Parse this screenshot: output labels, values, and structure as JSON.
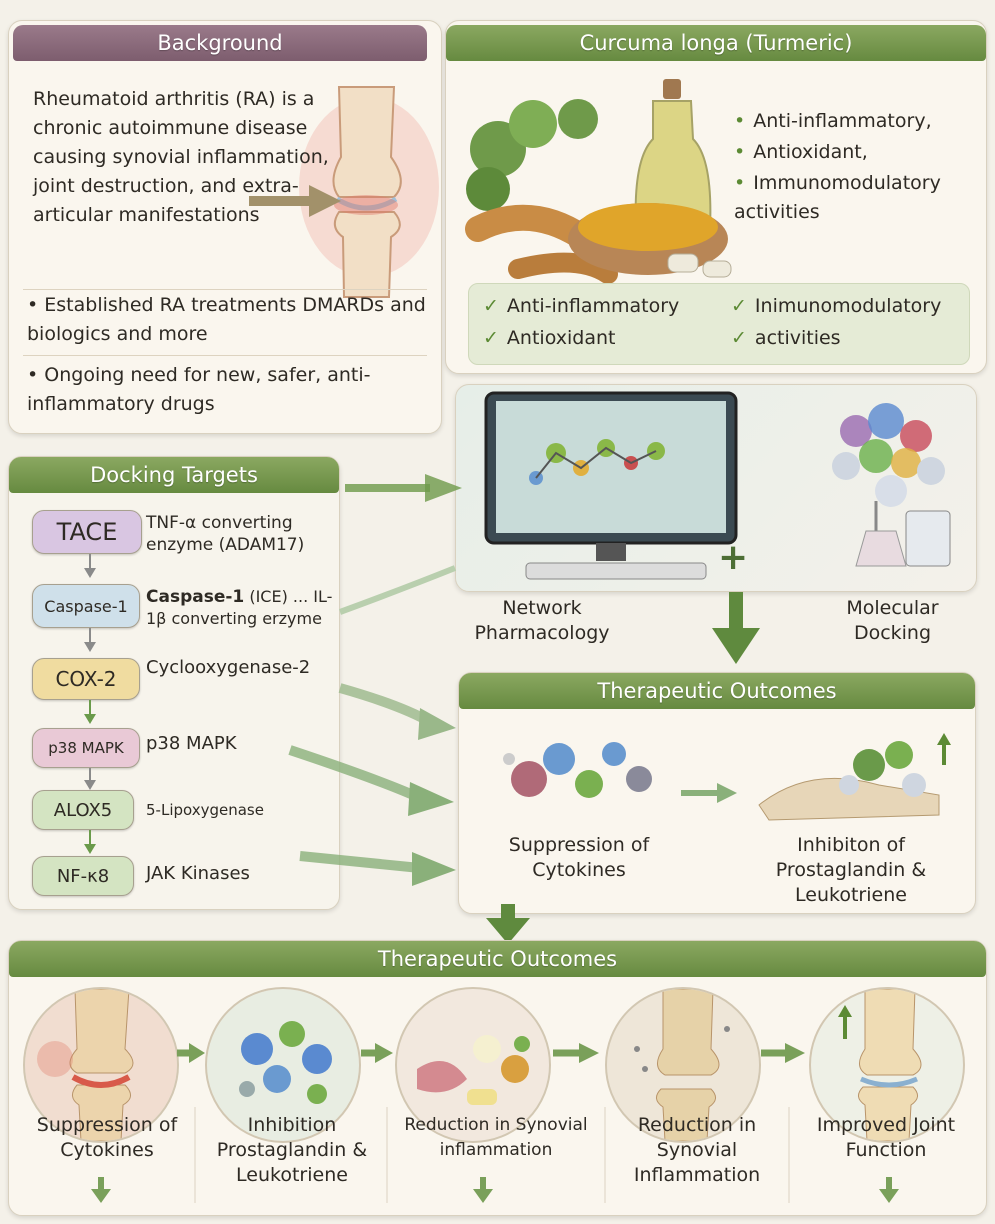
{
  "background": {
    "header": "Background",
    "intro": "Rheumatoid arthritis (RA) is a chronic autoimmune disease causing synovial inflammation, joint destruction, and extra-articular manifestations",
    "bullet1": "Established RA treatments  DMARDs and biologics and more",
    "bullet2": "Ongoing need for new, safer, anti-inflammatory drugs"
  },
  "curcuma": {
    "header": "Curcuma longa (Turmeric)",
    "bullets": [
      "Anti-inflammatory,",
      "Antioxidant,",
      "Immunomodulatory activities"
    ],
    "checks": [
      "Anti-inflammatory",
      "Inimunomodulatory",
      "Antioxidant",
      "activities"
    ]
  },
  "docking": {
    "header": "Docking Targets",
    "targets": [
      {
        "name": "TACE",
        "desc": "TNF-α converting enzyme (ADAM17)",
        "color": "#d9c6e2"
      },
      {
        "name": "Caspase-1",
        "desc_bold": "Caspase-1",
        "desc": " (ICE) ... IL-1β converting erzyme",
        "color": "#cfe0ea"
      },
      {
        "name": "COX-2",
        "desc": "Cyclooxygenase-2",
        "color": "#f0dca0"
      },
      {
        "name": "p38 MAPK",
        "desc": "p38 MAPK",
        "color": "#e9c9d6"
      },
      {
        "name": "ALOX5",
        "desc": "5-Lipoxygenase",
        "color": "#d4e4c2"
      },
      {
        "name": "NF-κ8",
        "desc": "JAK Kinases",
        "color": "#d4e4c2"
      }
    ]
  },
  "methods": {
    "left": "Network Pharmacology",
    "right": "Molecular Docking",
    "plus": "+"
  },
  "outcomes_top": {
    "header": "Therapeutic Outcomes",
    "left": "Suppression of Cytokines",
    "right": "Inhibiton of Prostaglandin & Leukotriene"
  },
  "outcomes_bottom": {
    "header": "Therapeutic Outcomes",
    "steps": [
      "Suppression of Cytokines",
      "Inhibition Prostaglandin & Leukotriene",
      "Reduction in Synovial inflammation",
      "Reduction in Synovial Inflammation",
      "Improved Joint Function"
    ]
  },
  "colors": {
    "header_purple": "#8a6a7a",
    "header_green": "#76964f",
    "arrow_green": "#6a9a4a"
  }
}
